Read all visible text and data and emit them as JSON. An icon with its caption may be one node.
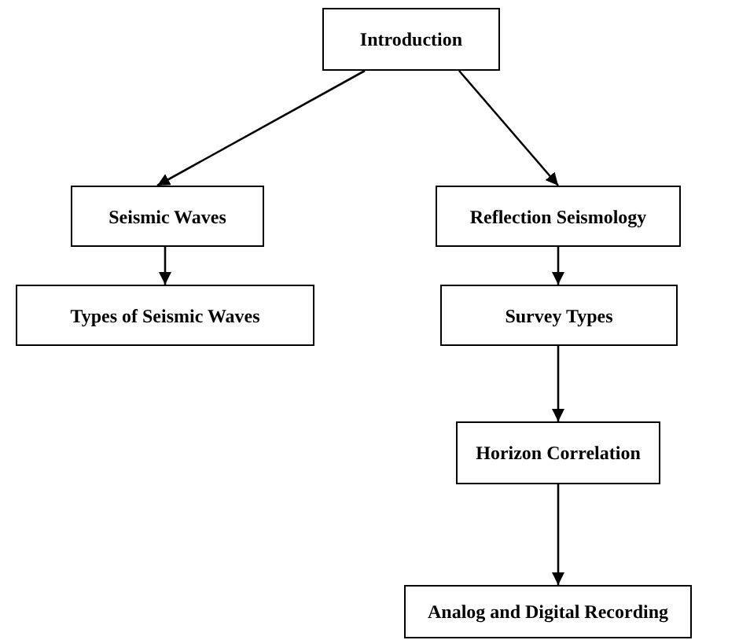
{
  "diagram": {
    "nodes": [
      {
        "text": [
          "Introduction"
        ]
      },
      {
        "text": [
          "Seismic Waves"
        ]
      },
      {
        "text": [
          "Reflection Seismology"
        ]
      },
      {
        "text": [
          "Types of Seismic Waves"
        ]
      },
      {
        "text": [
          "Survey Types"
        ]
      },
      {
        "text": [
          "Horizon Correlation"
        ]
      },
      {
        "text": [
          "Analog and Digital Recording"
        ]
      }
    ],
    "edges": [
      {
        "from": 0,
        "to": 1,
        "arrow": "to"
      },
      {
        "from": 0,
        "to": 2,
        "arrow": "to"
      },
      {
        "from": 1,
        "to": 3,
        "arrow": "to"
      },
      {
        "from": 2,
        "to": 4,
        "arrow": "to"
      },
      {
        "from": 4,
        "to": 5,
        "arrow": "to"
      },
      {
        "from": 5,
        "to": 6,
        "arrow": "to"
      }
    ]
  }
}
